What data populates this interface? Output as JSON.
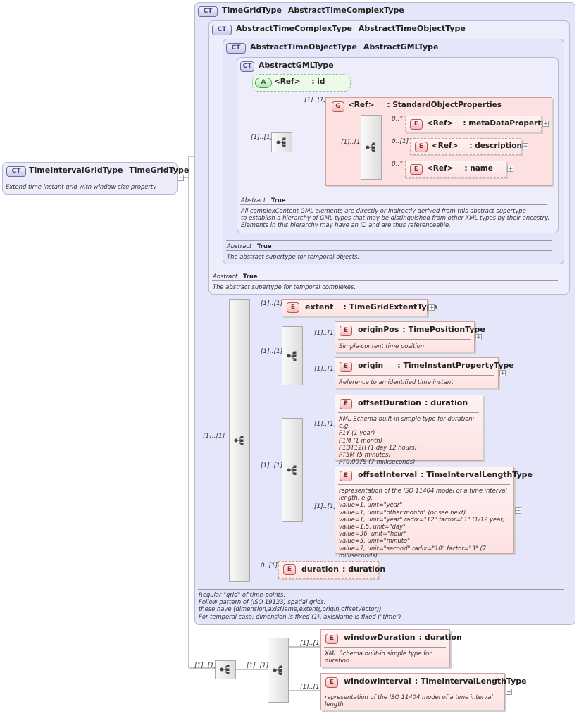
{
  "root": {
    "badge": "CT",
    "name": "TimeIntervalGridType",
    "base": "TimeGridType",
    "doc": "Extend time instant grid with window size property"
  },
  "timeGridType": {
    "badge": "CT",
    "name": "TimeGridType",
    "base": "AbstractTimeComplexType",
    "doc": [
      "Regular \"grid\" of time-points.",
      "Follow pattern of (ISO 19123) spatial grids:",
      "these have (dimension,axisName,extent(,origin,offsetVector))",
      "For temporal case, dimension is fixed (1), axisName is fixed (\"time\")"
    ]
  },
  "abstractTimeComplexType": {
    "badge": "CT",
    "name": "AbstractTimeComplexType",
    "base": "AbstractTimeObjectType",
    "prop_key": "Abstract",
    "prop_val": "True",
    "doc": "The abstract supertype for temporal complexes."
  },
  "abstractTimeObjectType": {
    "badge": "CT",
    "name": "AbstractTimeObjectType",
    "base": "AbstractGMLType",
    "prop_key": "Abstract",
    "prop_val": "True",
    "doc": "The abstract supertype for temporal objects."
  },
  "abstractGMLType": {
    "badge": "CT",
    "name": "AbstractGMLType",
    "prop_key": "Abstract",
    "prop_val": "True",
    "doc": [
      "All complexContent GML elements are directly or indirectly derived from this abstract supertype",
      "to establish a hierarchy of GML types that may be distinguished from other XML types by their ancestry.",
      "Elements in this hierarchy may have an ID and are thus referenceable."
    ]
  },
  "idAttr": {
    "badge": "A",
    "ref": "<Ref>",
    "name": ": id"
  },
  "standardObjectProperties": {
    "badge": "G",
    "ref": "<Ref>",
    "name": ": StandardObjectProperties",
    "card": "[1]..[1]"
  },
  "gmlSeqCard": "[1]..[1]",
  "gmlInnerSeqCard": "[1]..[1]",
  "metaDataProperty": {
    "badge": "E",
    "ref": "<Ref>",
    "name": ": metaDataProperty",
    "card": "0..*"
  },
  "description": {
    "badge": "E",
    "ref": "<Ref>",
    "name": ": description",
    "card": "0..[1]"
  },
  "nameEl": {
    "badge": "E",
    "ref": "<Ref>",
    "name": ": name",
    "card": "0..*"
  },
  "gridSeqCard": "[1]..[1]",
  "extent": {
    "badge": "E",
    "name": "extent",
    "type": ": TimeGridExtentType",
    "card": "[1]..[1]"
  },
  "choice1Card": "[1]..[1]",
  "originPos": {
    "badge": "E",
    "name": "originPos",
    "type": ": TimePositionType",
    "card": "[1]..[1]",
    "doc": "Simple-content time position"
  },
  "origin": {
    "badge": "E",
    "name": "origin",
    "type": ": TimeInstantPropertyType",
    "card": "[1]..[1]",
    "doc": "Reference to an identified time instant"
  },
  "choice2Card": "[1]..[1]",
  "offsetDuration": {
    "badge": "E",
    "name": "offsetDuration",
    "type": ": duration",
    "card": "[1]..[1]",
    "doc": [
      "XML Schema built-in simple type for duration: e.g.",
      "P1Y (1 year)",
      "P1M (1 month)",
      "P1DT12H (1 day 12 hours)",
      "PT5M (5 minutes)",
      "PT0.007S (7 milliseconds)"
    ]
  },
  "offsetInterval": {
    "badge": "E",
    "name": "offsetInterval",
    "type": ": TimeIntervalLengthType",
    "card": "[1]..[1]",
    "doc": [
      "representation of the ISO 11404 model of a time interval",
      "length: e.g.",
      "value=1, unit=\"year\"",
      "value=1, unit=\"other:month\" (or see next)",
      "value=1, unit=\"year\" radix=\"12\" factor=\"1\" (1/12 year)",
      "value=1.5, unit=\"day\"",
      "value=36, unit=\"hour\"",
      "value=5, unit=\"minute\"",
      "value=7, unit=\"second\" radix=\"10\" factor=\"3\" (7 milliseconds)"
    ]
  },
  "durationEl": {
    "badge": "E",
    "name": "duration",
    "type": ": duration",
    "card": "0..[1]"
  },
  "extSeqCard": "[1]..[1]",
  "extChoiceCard": "[1]..[1]",
  "windowDuration": {
    "badge": "E",
    "name": "windowDuration",
    "type": ": duration",
    "card": "[1]..[1]",
    "doc": [
      "XML Schema built-in simple type for",
      "duration"
    ]
  },
  "windowInterval": {
    "badge": "E",
    "name": "windowInterval",
    "type": ": TimeIntervalLengthType",
    "card": "[1]..[1]",
    "doc": [
      "representation of the ISO 11404 model of a time interval",
      "length"
    ]
  },
  "icons": {
    "sequence": "sequence-compositor-icon",
    "choice": "choice-compositor-icon",
    "expand": "expand-plus-icon"
  },
  "colors": {
    "complexType": "#e6e6fb",
    "element": "#fde2e2",
    "attribute": "#ecfbe9",
    "border": "#b9b9cf"
  }
}
